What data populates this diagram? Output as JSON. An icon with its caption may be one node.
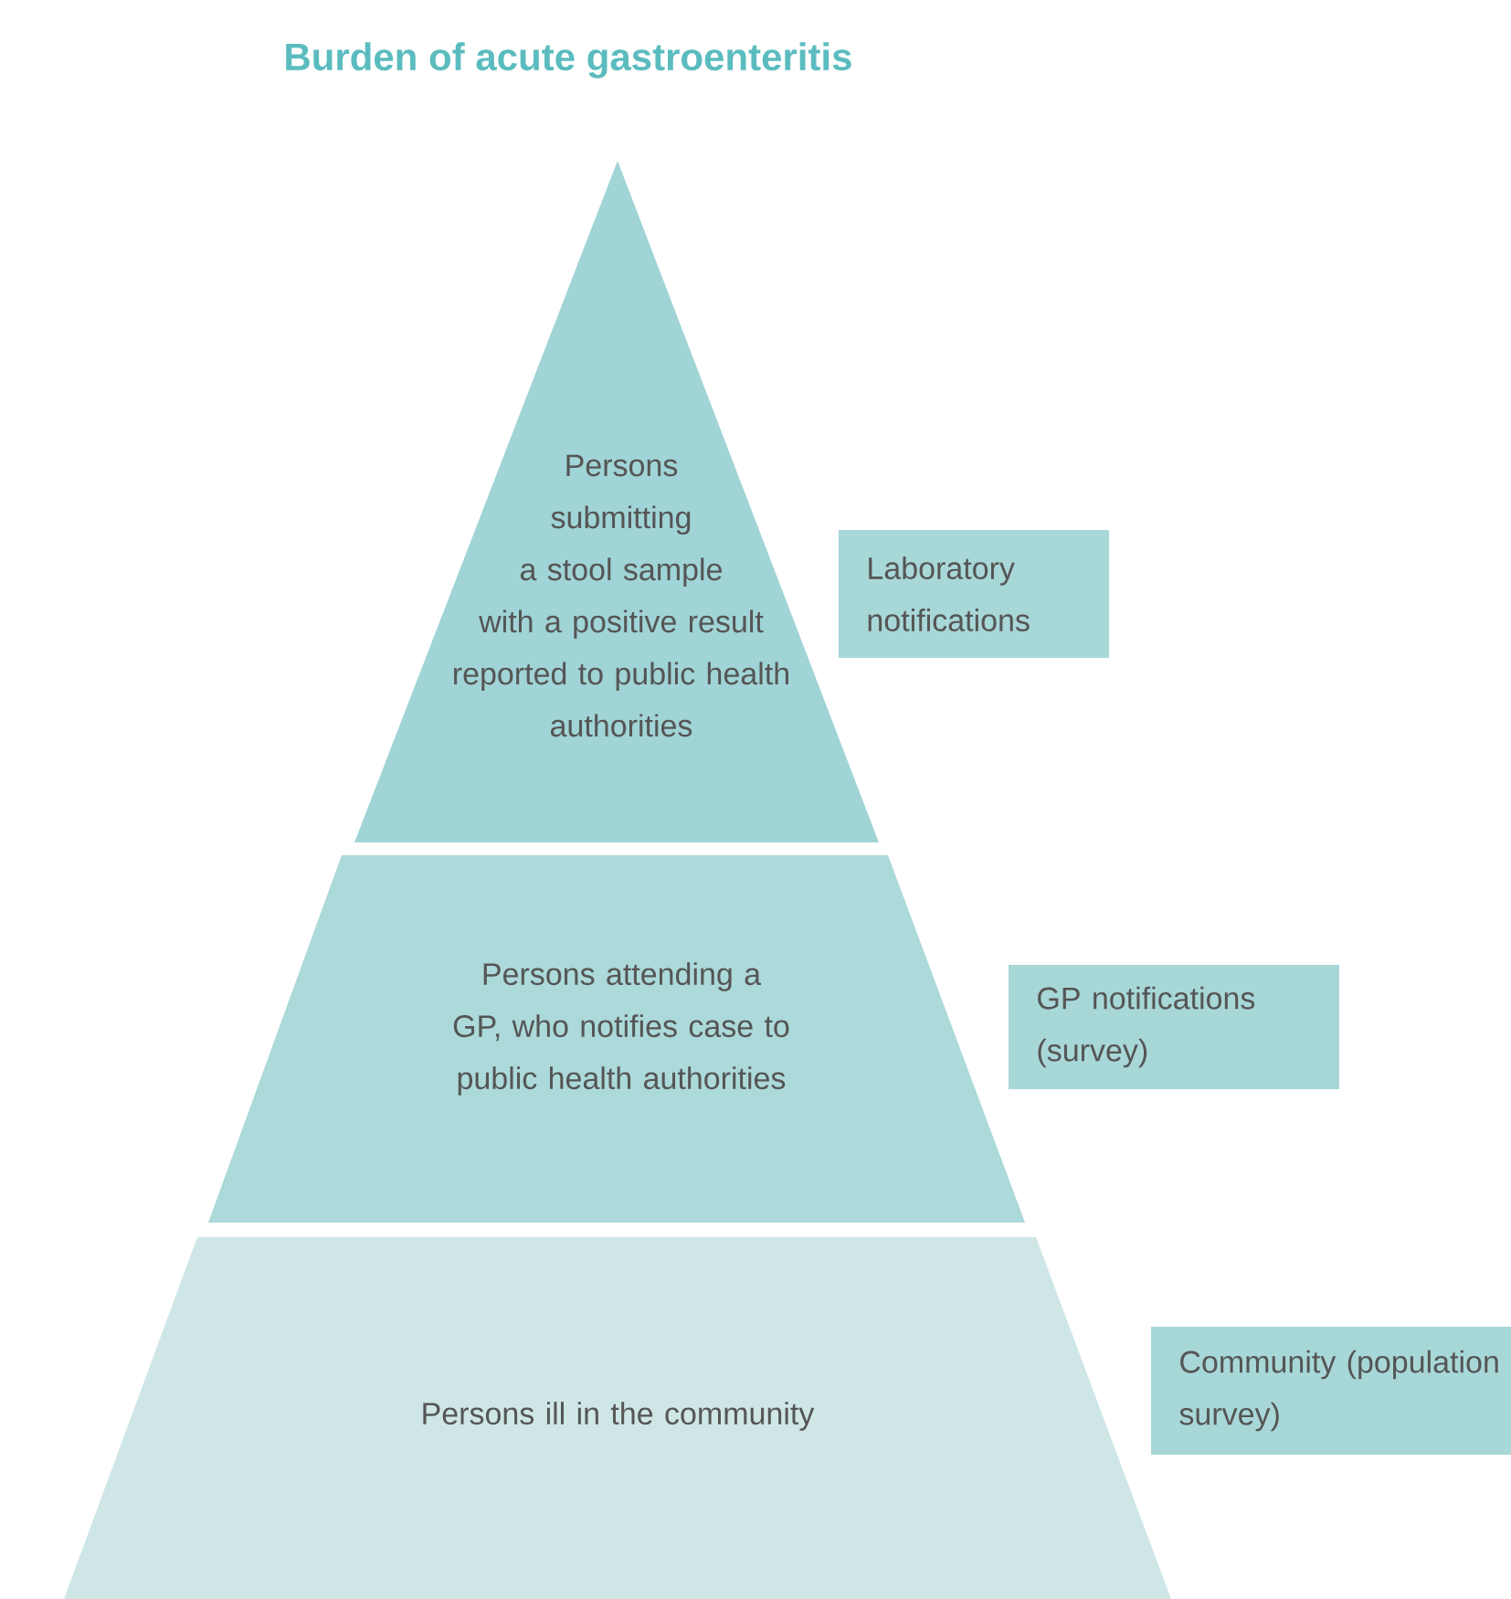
{
  "diagram": {
    "title": "Burden of acute gastroenteritis",
    "nodes": [
      {
        "text": [
          "Persons submitting a stool sample with a positive result reported to public health authorities"
        ]
      },
      {
        "text": [
          "Persons attending a GP, who notifies case to public health authorities"
        ]
      },
      {
        "text": [
          "Persons ill in the community"
        ]
      },
      {
        "text": [
          "Laboratory notifications"
        ]
      },
      {
        "text": [
          "GP notifications (survey)"
        ]
      },
      {
        "text": [
          "Community (population survey)"
        ]
      }
    ]
  }
}
